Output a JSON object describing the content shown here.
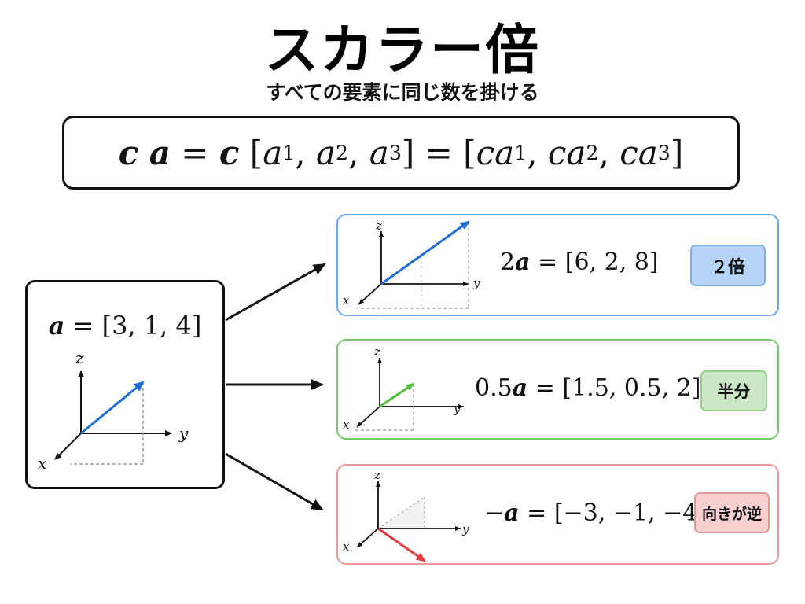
{
  "header": {
    "title": "スカラー倍",
    "subtitle": "すべての要素に同じ数を掛ける"
  },
  "formula": {
    "lhs_c": "c",
    "lhs_a": "a",
    "eq1": "=",
    "c2": "c",
    "vec_open": "[",
    "a1": "a",
    "s1": "1",
    "a2": "a",
    "s2": "2",
    "a3": "a",
    "s3": "3",
    "vec_close": "]",
    "eq2": "=",
    "r_open": "[",
    "r_c1": "c",
    "r_a1": "a",
    "r_s1": "1",
    "r_c2": "c",
    "r_a2": "a",
    "r_s2": "2",
    "r_c3": "c",
    "r_a3": "a",
    "r_s3": "3",
    "r_close": "]",
    "comma": ","
  },
  "source": {
    "vec_name": "a",
    "value": "= [3, 1, 4]",
    "axis_x": "x",
    "axis_y": "y",
    "axis_z": "z"
  },
  "cards": [
    {
      "coef": "2",
      "vec": "a",
      "value": "= [6, 2, 8]",
      "badge": "２倍",
      "color": "#1f6fd6",
      "axis_x": "x",
      "axis_y": "y",
      "axis_z": "z"
    },
    {
      "coef": "0.5",
      "vec": "a",
      "value": "= [1.5, 0.5, 2]",
      "badge": "半分",
      "color": "#4fbf3a",
      "axis_x": "x",
      "axis_y": "y",
      "axis_z": "z"
    },
    {
      "coef": "−",
      "vec": "a",
      "value": "= [−3, −1, −4]",
      "badge": "向きが逆",
      "color": "#e53b3b",
      "axis_x": "x",
      "axis_y": "y",
      "axis_z": "z"
    }
  ],
  "colors": {
    "source_vector": "#1f6fd6",
    "arrow": "#000000"
  }
}
